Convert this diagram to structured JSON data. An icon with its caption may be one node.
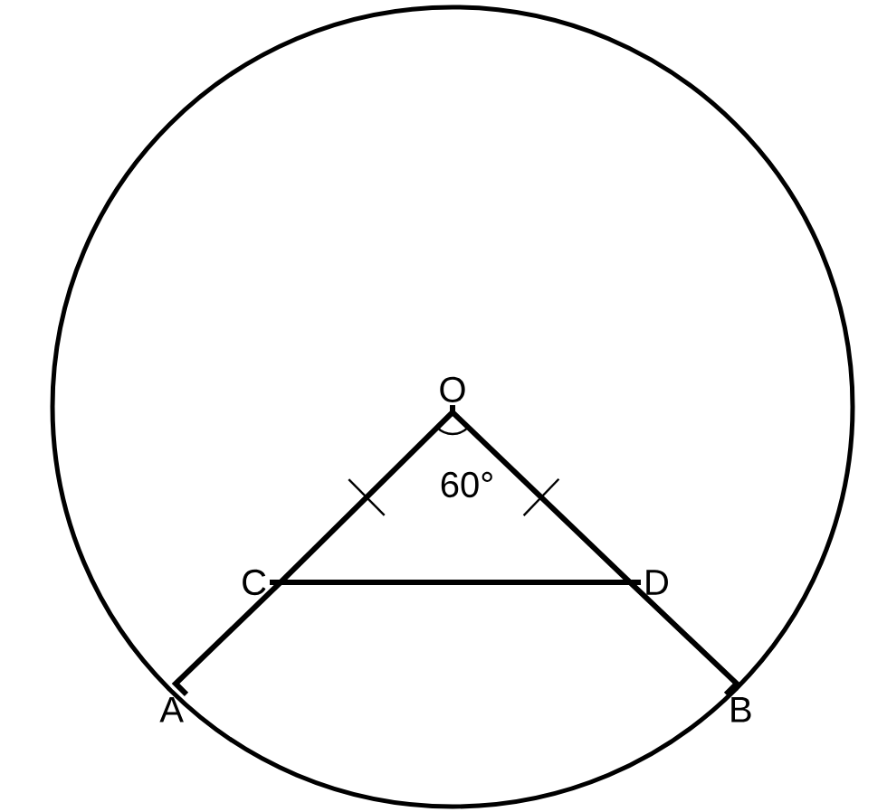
{
  "diagram": {
    "nodes": [
      {
        "text": [
          "O"
        ]
      },
      {
        "text": [
          "C"
        ]
      },
      {
        "text": [
          "D"
        ]
      },
      {
        "text": [
          "A"
        ]
      },
      {
        "text": [
          "B"
        ]
      }
    ],
    "edges": [
      {
        "from": 0,
        "to": 1,
        "arrow": "none"
      },
      {
        "from": 1,
        "to": 3,
        "arrow": "none"
      },
      {
        "from": 0,
        "to": 2,
        "arrow": "none"
      },
      {
        "from": 2,
        "to": 4,
        "arrow": "none"
      },
      {
        "from": 1,
        "to": 2,
        "arrow": "none"
      }
    ],
    "labels": [
      "60°"
    ]
  }
}
